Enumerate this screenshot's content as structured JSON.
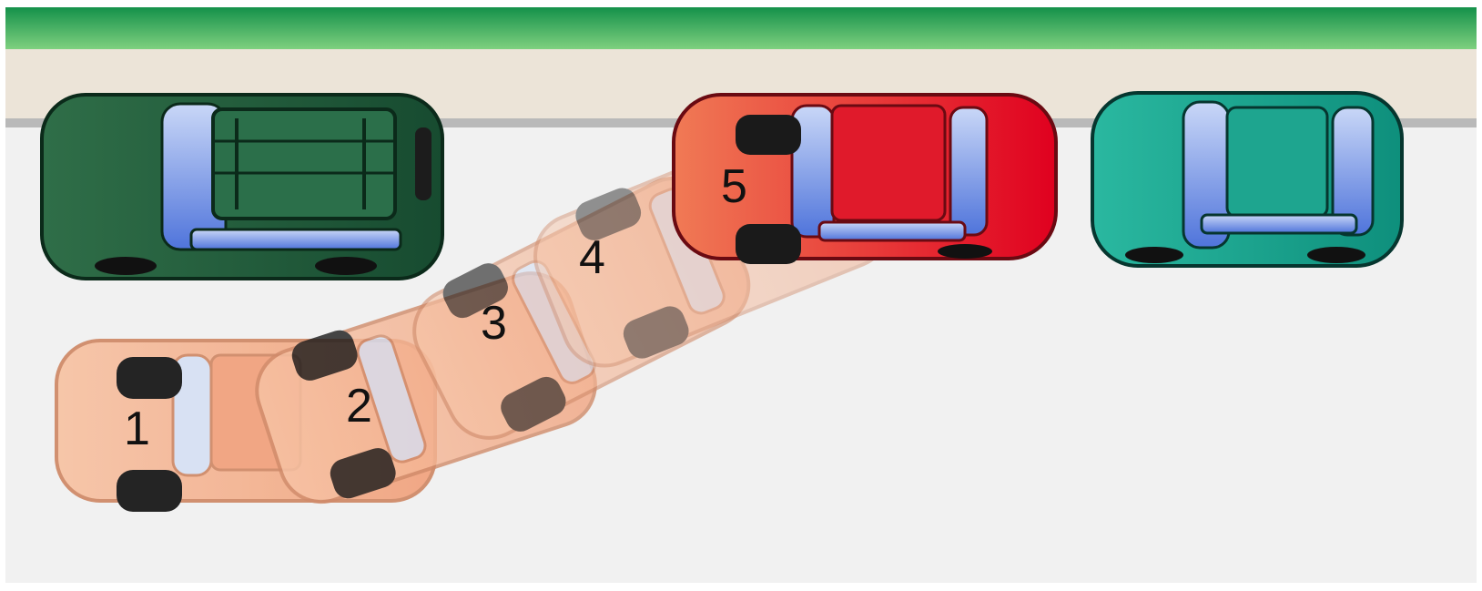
{
  "diagram": {
    "type": "parallel-parking-sequence",
    "steps": [
      "1",
      "2",
      "3",
      "4",
      "5"
    ],
    "colors": {
      "grass": "#2e9b4e",
      "sidewalk": "#ece4d8",
      "curb": "#b9b9b9",
      "road": "#f1f1f1",
      "maneuver_car": "#f2a27b",
      "parked_car": "#e2001a",
      "front_car": "#1f5e3b",
      "rear_car": "#1aa58f",
      "glass": "#6f8fe0",
      "tire": "#1c1c1c"
    },
    "cars": [
      {
        "role": "parked-front-suv",
        "color": "front_car"
      },
      {
        "role": "parked-rear-car",
        "color": "rear_car"
      },
      {
        "role": "parking-car",
        "color": "parked_car"
      }
    ]
  }
}
